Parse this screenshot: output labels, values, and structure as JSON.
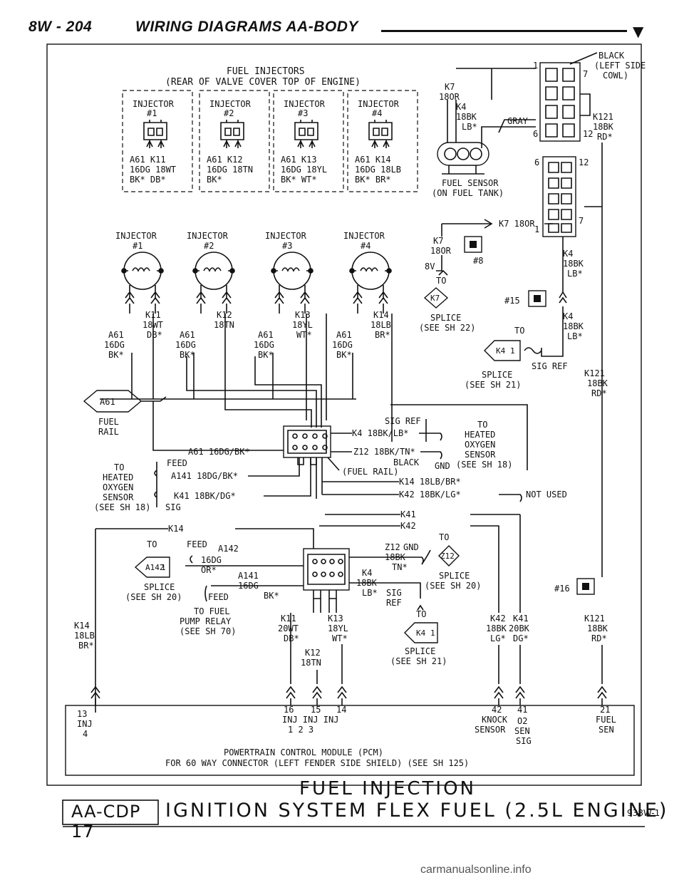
{
  "header": {
    "page": "8W - 204",
    "title": "WIRING DIAGRAMS AA-BODY"
  },
  "harness": {
    "title1": "FUEL INJECTORS",
    "title2": "(REAR OF VALVE COVER TOP OF ENGINE)",
    "injectors": [
      {
        "name": "INJECTOR",
        "num": "#1",
        "w1": "A61  K11",
        "w2": "16DG 18WT",
        "w3": "BK*  DB*"
      },
      {
        "name": "INJECTOR",
        "num": "#2",
        "w1": "A61  K12",
        "w2": "16DG 18TN",
        "w3": "BK*"
      },
      {
        "name": "INJECTOR",
        "num": "#3",
        "w1": "A61  K13",
        "w2": "16DG 18YL",
        "w3": "BK*  WT*"
      },
      {
        "name": "INJECTOR",
        "num": "#4",
        "w1": "A61  K14",
        "w2": "16DG 18LB",
        "w3": "BK*  BR*"
      }
    ]
  },
  "schematic": {
    "injectors": [
      {
        "name": "INJECTOR",
        "num": "#1",
        "k": "K11",
        "kc": "18WT",
        "kc2": "DB*",
        "a": "A61",
        "ac": "16DG",
        "ac2": "BK*"
      },
      {
        "name": "INJECTOR",
        "num": "#2",
        "k": "K12",
        "kc": "18TN",
        "kc2": "",
        "a": "A61",
        "ac": "16DG",
        "ac2": "BK*"
      },
      {
        "name": "INJECTOR",
        "num": "#3",
        "k": "K13",
        "kc": "18YL",
        "kc2": "WT*",
        "a": "A61",
        "ac": "16DG",
        "ac2": "BK*"
      },
      {
        "name": "INJECTOR",
        "num": "#4",
        "k": "K14",
        "kc": "18LB",
        "kc2": "BR*",
        "a": "A61",
        "ac": "16DG",
        "ac2": "BK*"
      }
    ]
  },
  "fuel_rail": {
    "code": "A61",
    "label1": "FUEL",
    "label2": "RAIL"
  },
  "black_conn": {
    "label1": "BLACK",
    "label2": "(LEFT SIDE",
    "label3": "COWL)",
    "p1": "1",
    "p7": "7",
    "p6": "6",
    "p12": "12",
    "k121": "K121",
    "k121c": "18BK",
    "k121c2": "RD*",
    "gray": "GRAY"
  },
  "fuel_sensor": {
    "k7": "K7",
    "k7c": "18OR",
    "k4": "K4",
    "k4c": "18BK",
    "k4c2": "LB*",
    "label1": "FUEL SENSOR",
    "label2": "(ON FUEL TANK)"
  },
  "right_conn": {
    "p6": "6",
    "p12": "12",
    "p1": "1",
    "p7": "7",
    "k7wire": "K7 18OR",
    "k4": "K4",
    "k4c": "18BK",
    "k4c2": "LB*",
    "k4b": "K4",
    "k4bc": "18BK",
    "k4bc2": "LB*",
    "k121": "K121",
    "k121c": "18BK",
    "k121c2": "RD*"
  },
  "splice_k7": {
    "k7": "K7",
    "k7c": "18OR",
    "num": "#8",
    "ev": "8V",
    "to": "TO",
    "code": "K7",
    "s1": "SPLICE",
    "s2": "(SEE SH 22)"
  },
  "splice_k4": {
    "num": "#15",
    "to": "TO",
    "code": "K4",
    "num1": "1",
    "sig": "SIG REF",
    "s1": "SPLICE",
    "s2": "(SEE SH 21)"
  },
  "connector_rail": {
    "sigref": "SIG REF",
    "k4": "K4 18BK/LB*",
    "z12": "Z12 18BK/TN*",
    "black": "BLACK",
    "gnd": "GND",
    "fr": "(FUEL RAIL)",
    "a61": "A61 16DG/BK*",
    "to": "TO",
    "h1": "HEATED",
    "h2": "OXYGEN",
    "h3": "SENSOR",
    "h4": "(SEE SH 18)",
    "k14": "K14 18LB/BR*",
    "k42": "K42 18BK/LG*",
    "notused": "NOT USED"
  },
  "hos_left": {
    "to": "TO",
    "h1": "HEATED",
    "h2": "OXYGEN",
    "h3": "SENSOR",
    "h4": "(SEE SH 18)",
    "feed": "FEED",
    "a141": "A141 18DG/BK*",
    "k41": "K41 18BK/DG*",
    "sig": "SIG"
  },
  "pcm_conn": {
    "k41": "K41",
    "k42": "K42",
    "k14": "K14",
    "to": "TO",
    "feed": "FEED",
    "a142": "A142",
    "a142c": "16DG",
    "a142c2": "OR*",
    "a142code": "A142",
    "num1": "1",
    "s1": "SPLICE",
    "s2": "(SEE SH 20)",
    "a141": "A141",
    "a141c": "16DG",
    "a141c2": "BK*",
    "feed2": "FEED",
    "tofuel1": "TO FUEL",
    "tofuel2": "PUMP RELAY",
    "tofuel3": "(SEE SH 70)",
    "z12": "Z12",
    "gnd": "GND",
    "z12c": "18BK",
    "z12c2": "TN*",
    "to2": "TO",
    "z12code": "Z12",
    "s3": "SPLICE",
    "s4": "(SEE SH 20)",
    "k4": "K4",
    "k4c": "18BK",
    "k4c2": "LB*",
    "sigref1": "SIG",
    "sigref2": "REF",
    "to3": "TO",
    "k4code": "K4",
    "num1b": "1",
    "s5": "SPLICE",
    "s6": "(SEE SH 21)",
    "k11": "K11",
    "k11c": "20WT",
    "k11c2": "DB*",
    "k13": "K13",
    "k13c": "18YL",
    "k13c2": "WT*",
    "k12": "K12",
    "k12c": "18TN",
    "k42c": "18BK",
    "k41c": "20BK",
    "k42c2": "LG*",
    "k41c2": "DG*",
    "num16": "#16",
    "k121": "K121",
    "k121c": "18BK",
    "k121c2": "RD*",
    "k14c": "18LB",
    "k14c2": "BR*"
  },
  "pcm": {
    "p13": "13",
    "p13a": "INJ",
    "p13b": "4",
    "p16": "16",
    "p15": "15",
    "p14": "14",
    "inj": "INJ INJ INJ",
    "nums": "1   2   3",
    "p42": "42",
    "p41": "41",
    "knock1": "KNOCK",
    "knock2": "SENSOR",
    "o2a": "O2",
    "o2b": "SEN",
    "o2c": "SIG",
    "p21": "21",
    "fuel1": "FUEL",
    "fuel2": "SEN",
    "label1": "POWERTRAIN CONTROL MODULE (PCM)",
    "label2": "FOR 60 WAY CONNECTOR (LEFT FENDER SIDE SHIELD) (SEE SH 125)"
  },
  "footer": {
    "code": "AA-CDP 17",
    "title": "FUEL INJECTION",
    "subtitle": "IGNITION SYSTEM FLEX FUEL (2.5L ENGINE)",
    "id": "938W-1"
  },
  "watermark": "carmanualsonline.info"
}
